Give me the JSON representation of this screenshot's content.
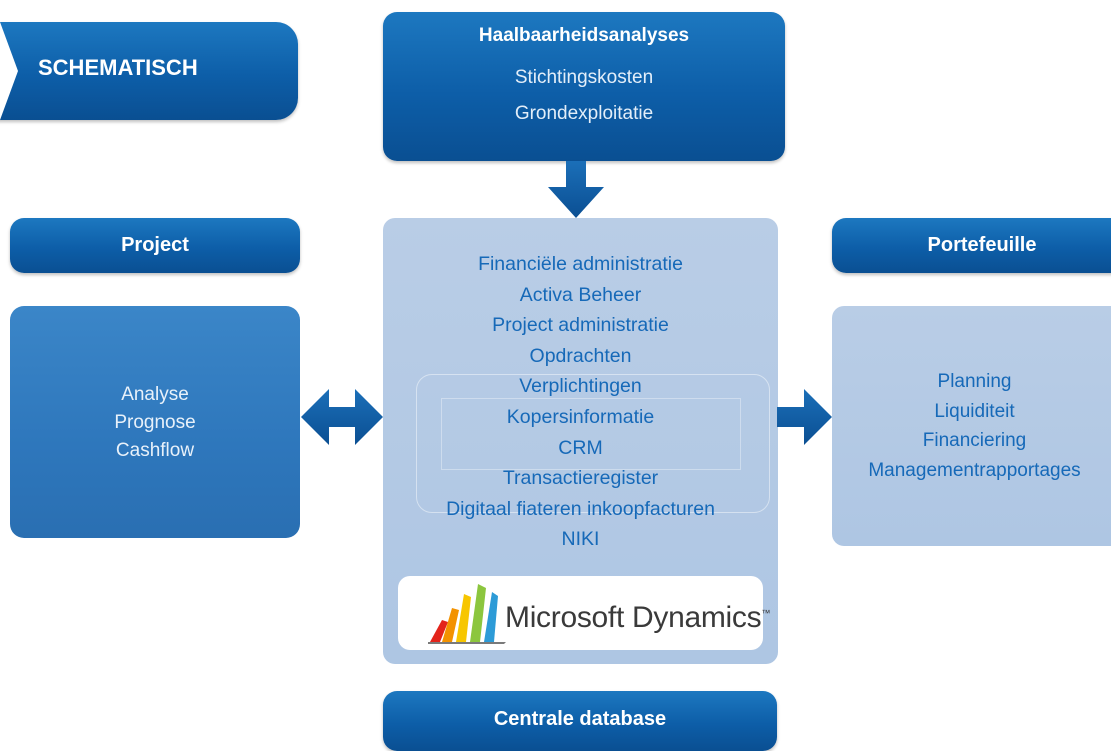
{
  "schematisch": {
    "label": "SCHEMATISCH"
  },
  "haalbaarheid": {
    "title": "Haalbaarheidsanalyses",
    "items": [
      "Stichtingskosten",
      "Grondexploitatie"
    ]
  },
  "project": {
    "title": "Project",
    "items": [
      "Analyse",
      "Prognose",
      "Cashflow"
    ]
  },
  "core": {
    "items": [
      "Financiële administratie",
      "Activa Beheer",
      "Project administratie",
      "Opdrachten",
      "Verplichtingen",
      "Kopersinformatie",
      "CRM",
      "Transactieregister",
      "Digitaal fiateren inkoopfacturen",
      "NIKI"
    ],
    "logo_text": "Microsoft Dynamics"
  },
  "portefeuille": {
    "title": "Portefeuille",
    "items": [
      "Planning",
      "Liquiditeit",
      "Financiering",
      "Managementrapportages"
    ]
  },
  "centrale": {
    "title": "Centrale database"
  },
  "colors": {
    "dark_blue": "#0d5ea8",
    "mid_blue": "#2e77bc",
    "light_blue": "#aec6e3",
    "text_blue": "#1669b8"
  }
}
